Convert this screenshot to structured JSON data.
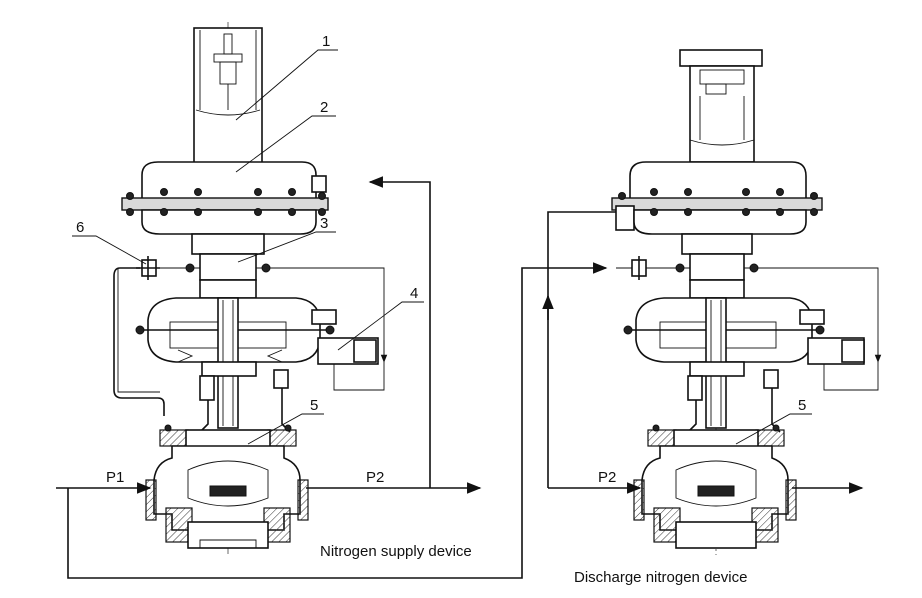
{
  "callouts": {
    "n1": "1",
    "n2": "2",
    "n3": "3",
    "n4": "4",
    "n5_left": "5",
    "n5_right": "5",
    "n6": "6"
  },
  "pressures": {
    "p1": "P1",
    "p2_left": "P2",
    "p2_right": "P2"
  },
  "captions": {
    "supply": "Nitrogen supply device",
    "discharge": "Discharge nitrogen device"
  }
}
